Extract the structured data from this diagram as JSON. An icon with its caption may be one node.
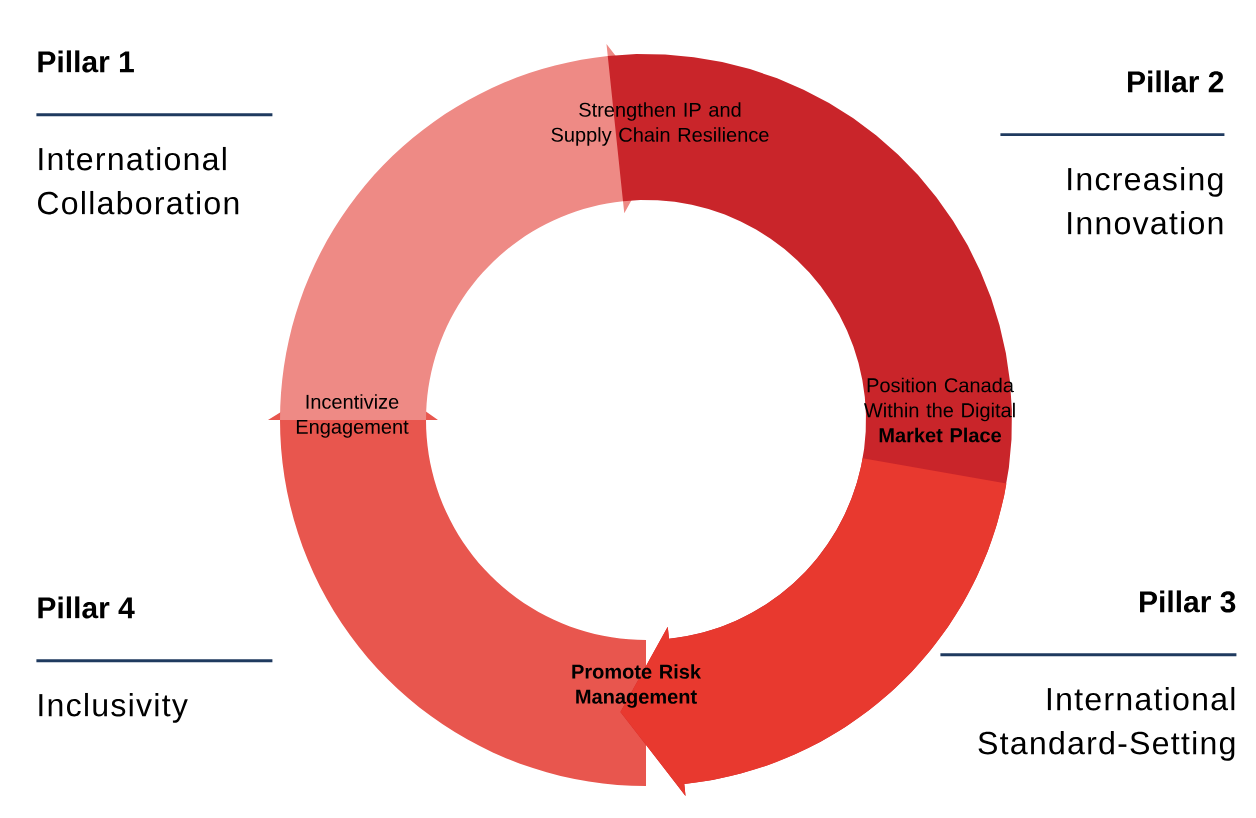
{
  "diagram": {
    "nodes": [
      {
        "text": [
          "Pillar 1",
          "International Collaboration"
        ]
      },
      {
        "text": [
          "Strengthen IP and Supply Chain Resilience"
        ]
      },
      {
        "text": [
          "Pillar 2",
          "Increasing Innovation"
        ]
      },
      {
        "text": [
          "Incentivize Engagement"
        ]
      },
      {
        "text": [
          "Position Canada Within the Digital **Market Place**"
        ]
      },
      {
        "text": [
          "Pillar 4",
          "Inclusivity"
        ]
      },
      {
        "text": [
          "Promote Risk Management"
        ]
      },
      {
        "text": [
          "Pillar 3",
          "International Standard-Setting"
        ]
      }
    ]
  }
}
